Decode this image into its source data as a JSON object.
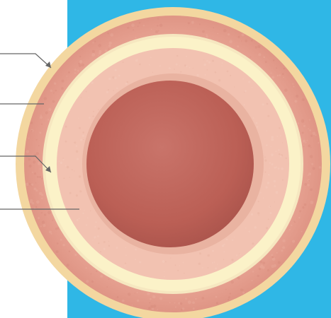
{
  "diagram": {
    "colors": {
      "page_background": "#ffffff",
      "background_panel": "#2fb7e6",
      "outer_rim": "#f3d7a0",
      "outer_layer": "#e6a08f",
      "pale_band": "#fbf2c8",
      "middle_layer": "#f2c2b1",
      "lumen": "#c4675a",
      "leader_line": "#666666"
    },
    "label_pointers": [
      {
        "name": "pointer-1",
        "label": ""
      },
      {
        "name": "pointer-2",
        "label": ""
      },
      {
        "name": "pointer-3",
        "label": ""
      },
      {
        "name": "pointer-4",
        "label": ""
      }
    ]
  }
}
